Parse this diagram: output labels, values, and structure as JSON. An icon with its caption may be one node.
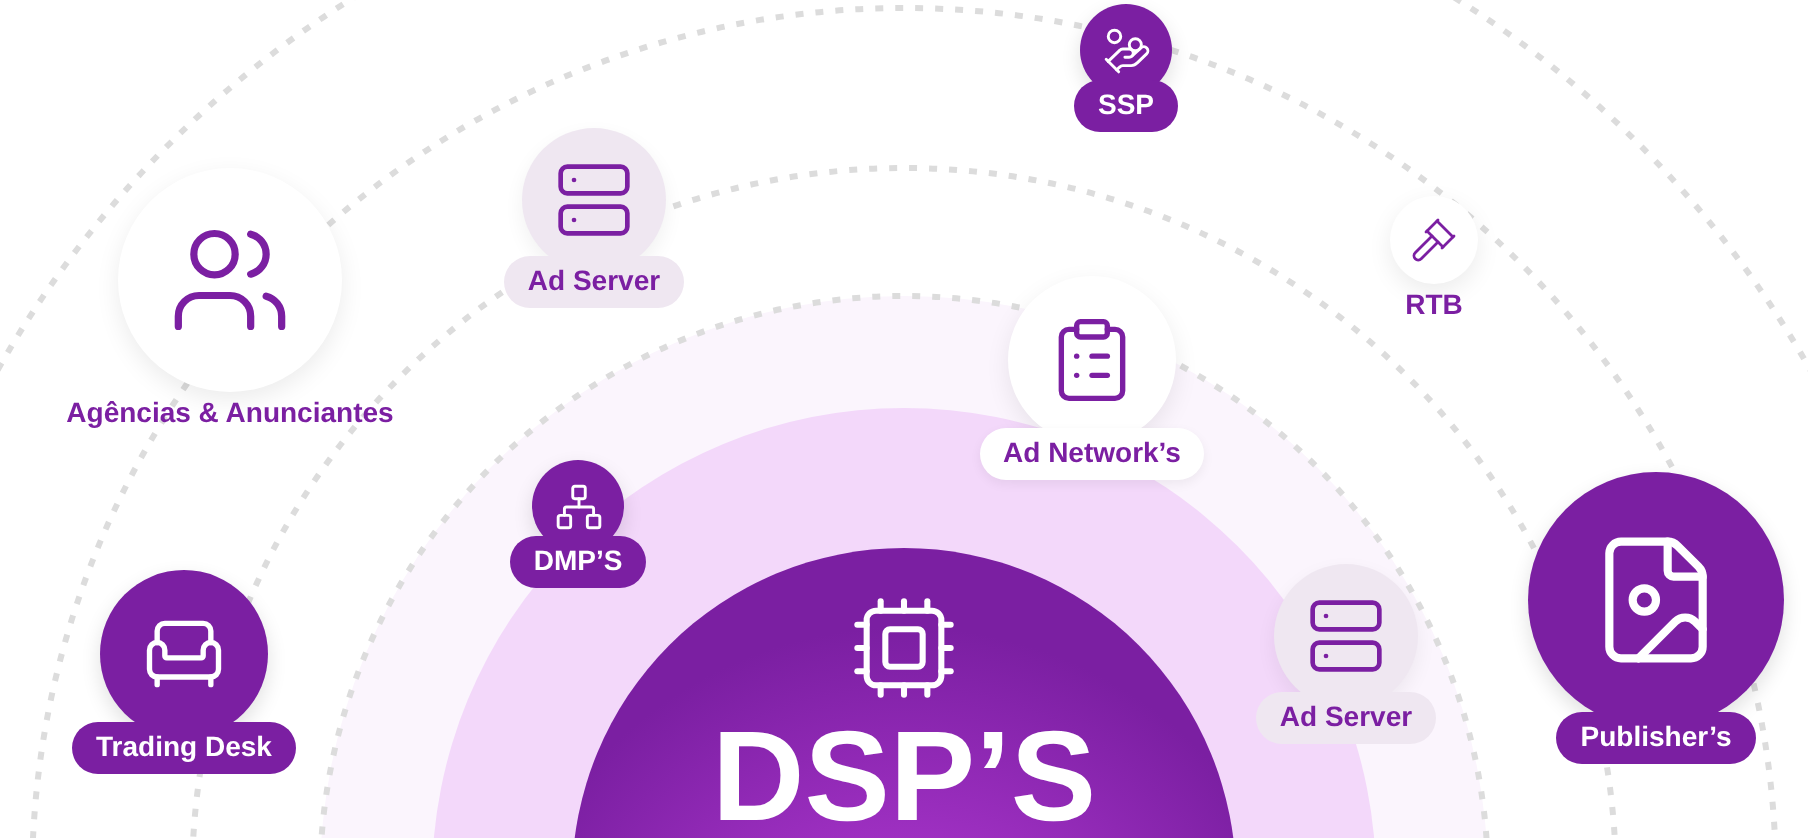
{
  "diagram": {
    "nodes": [
      {
        "text": [
          "Agências & Anunciantes"
        ]
      },
      {
        "text": [
          "Ad Server"
        ]
      },
      {
        "text": [
          "SSP"
        ]
      },
      {
        "text": [
          "RTB"
        ]
      },
      {
        "text": [
          "Ad Network’s"
        ]
      },
      {
        "text": [
          "DMP’S"
        ]
      },
      {
        "text": [
          "Trading Desk"
        ]
      },
      {
        "text": [
          "DSP’S"
        ]
      },
      {
        "text": [
          "Ad Server"
        ]
      },
      {
        "text": [
          "Publisher’s"
        ]
      }
    ]
  }
}
